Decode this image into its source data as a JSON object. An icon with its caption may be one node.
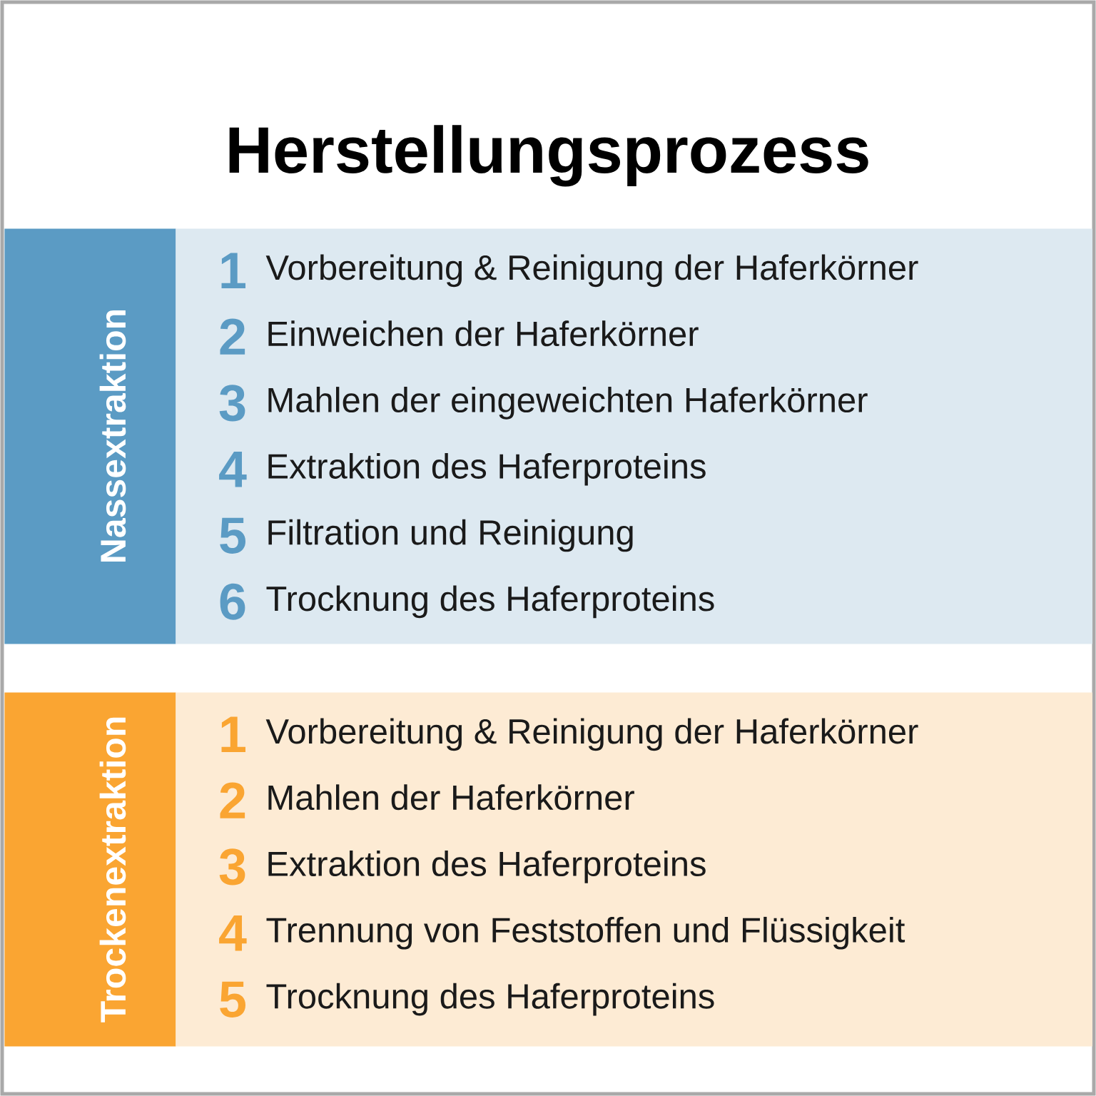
{
  "diagram": {
    "title": "Herstellungsprozess",
    "nodes": [
      {
        "text": [
          "Nassextraktion"
        ]
      },
      {
        "text": [
          "1",
          "Vorbereitung & Reinigung der Haferkörner",
          "2",
          "Einweichen der Haferkörner",
          "3",
          "Mahlen der eingeweichten Haferkörner",
          "4",
          "Extraktion des Haferproteins",
          "5",
          "Filtration und Reinigung",
          "6",
          "Trocknung des Haferproteins"
        ]
      },
      {
        "text": [
          "Trockenextraktion"
        ]
      },
      {
        "text": [
          "1",
          "Vorbereitung & Reinigung der Haferkörner",
          "2",
          "Mahlen der Haferkörner",
          "3",
          "Extraktion des Haferproteins",
          "4",
          "Trennung von Feststoffen und Flüssigkeit",
          "5",
          "Trocknung des Haferproteins"
        ]
      }
    ]
  }
}
